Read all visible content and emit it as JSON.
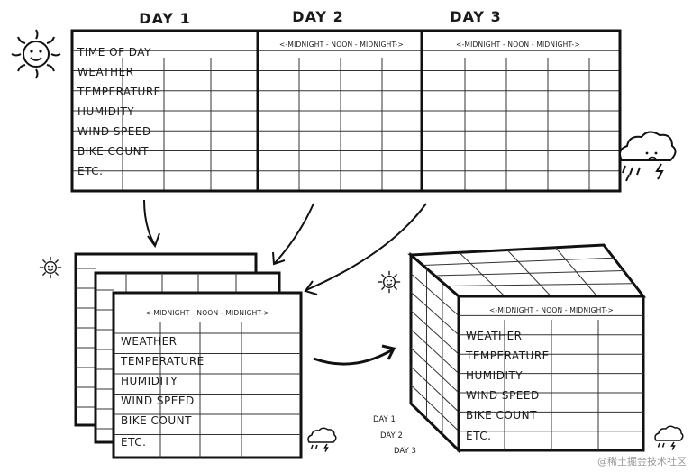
{
  "top_table": {
    "days": [
      "DAY 1",
      "DAY 2",
      "DAY 3"
    ],
    "rows": [
      "TIME OF DAY",
      "WEATHER",
      "TEMPERATURE",
      "HUMIDITY",
      "WIND SPEED",
      "BIKE COUNT",
      "ETC."
    ],
    "time_range": "<-MIDNIGHT - NOON - MIDNIGHT->"
  },
  "stack": {
    "time_range": "<-MIDNIGHT - NOON - MIDNIGHT->",
    "rows": [
      "WEATHER",
      "TEMPERATURE",
      "HUMIDITY",
      "WIND SPEED",
      "BIKE COUNT",
      "ETC."
    ]
  },
  "cube": {
    "time_range": "<-MIDNIGHT - NOON - MIDNIGHT->",
    "rows": [
      "WEATHER",
      "TEMPERATURE",
      "HUMIDITY",
      "WIND SPEED",
      "BIKE COUNT",
      "ETC."
    ],
    "depth_labels": [
      "DAY 1",
      "DAY 2",
      "DAY 3"
    ]
  },
  "icons": [
    "sun-icon",
    "storm-cloud-icon"
  ],
  "watermark": "@稀土掘金技术社区"
}
